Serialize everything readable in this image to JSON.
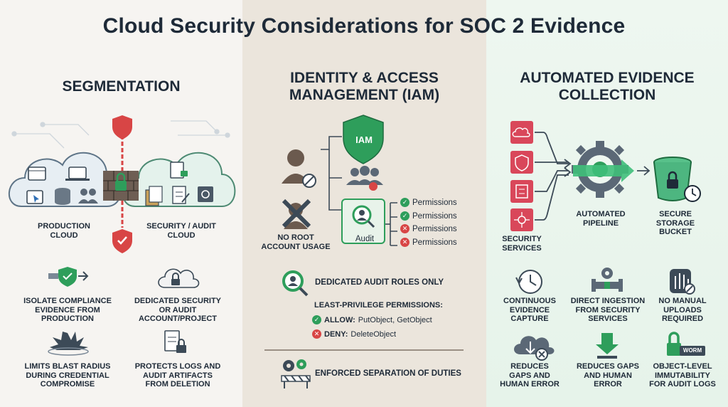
{
  "title": "Cloud Security Considerations for SOC 2 Evidence",
  "segmentation": {
    "heading": "SEGMENTATION",
    "production_cloud": [
      "PRODUCTION",
      "CLOUD"
    ],
    "security_cloud": [
      "SECURITY / AUDIT",
      "CLOUD"
    ],
    "points": [
      {
        "icon": "shield-arrow-icon",
        "lines": [
          "ISOLATE COMPLIANCE",
          "EVIDENCE FROM",
          "PRODUCTION"
        ]
      },
      {
        "icon": "cloud-lock-icon",
        "lines": [
          "DEDICATED SECURITY",
          "OR AUDIT",
          "ACCOUNT/PROJECT"
        ]
      },
      {
        "icon": "blast-icon",
        "lines": [
          "LIMITS BLAST RADIUS",
          "DURING CREDENTIAL",
          "COMPROMISE"
        ]
      },
      {
        "icon": "document-lock-icon",
        "lines": [
          "PROTECTS LOGS AND",
          "AUDIT ARTIFACTS",
          "FROM DELETION"
        ]
      }
    ]
  },
  "iam": {
    "heading": [
      "IDENTITY & ACCESS",
      "MANAGEMENT (IAM)"
    ],
    "shield_label": "IAM",
    "no_root": [
      "NO ROOT",
      "ACCOUNT USAGE"
    ],
    "audit_label": "Audit",
    "permissions": [
      {
        "label": "Permissions",
        "status": "allow"
      },
      {
        "label": "Permissions",
        "status": "allow"
      },
      {
        "label": "Permissions",
        "status": "deny"
      },
      {
        "label": "Permissions",
        "status": "deny"
      }
    ],
    "dedicated": "DEDICATED AUDIT ROLES ONLY",
    "least_privilege": "LEAST-PRIVILEGE PERMISSIONS:",
    "allow_key": "ALLOW:",
    "allow_val": "PutObject, GetObject",
    "deny_key": "DENY:",
    "deny_val": "DeleteObject",
    "separation": "ENFORCED SEPARATION OF DUTIES"
  },
  "automation": {
    "heading": [
      "AUTOMATED EVIDENCE",
      "COLLECTION"
    ],
    "security_services": [
      "SECURITY",
      "SERVICES"
    ],
    "pipeline": [
      "AUTOMATED",
      "PIPELINE"
    ],
    "bucket": [
      "SECURE",
      "STORAGE",
      "BUCKET"
    ],
    "points": [
      {
        "icon": "clock-icon",
        "lines": [
          "CONTINUOUS",
          "EVIDENCE",
          "CAPTURE"
        ]
      },
      {
        "icon": "gear-pipe-icon",
        "lines": [
          "DIRECT INGESTION",
          "FROM SECURITY",
          "SERVICES"
        ]
      },
      {
        "icon": "no-hand-icon",
        "lines": [
          "NO MANUAL",
          "UPLOADS",
          "REQUIRED"
        ]
      },
      {
        "icon": "cloud-error-icon",
        "lines": [
          "REDUCES",
          "GAPS AND",
          "HUMAN ERROR"
        ]
      },
      {
        "icon": "down-arrow-icon",
        "lines": [
          "REDUCES GAPS",
          "AND HUMAN",
          "ERROR"
        ]
      },
      {
        "icon": "worm-lock-icon",
        "lines": [
          "OBJECT-LEVEL",
          "IMMUTABILITY",
          "FOR AUDIT LOGS"
        ]
      }
    ],
    "worm": "WORM"
  },
  "colors": {
    "green": "#2e9e5b",
    "red": "#d84545",
    "navy": "#1e2a38",
    "pink": "#d9475a"
  }
}
